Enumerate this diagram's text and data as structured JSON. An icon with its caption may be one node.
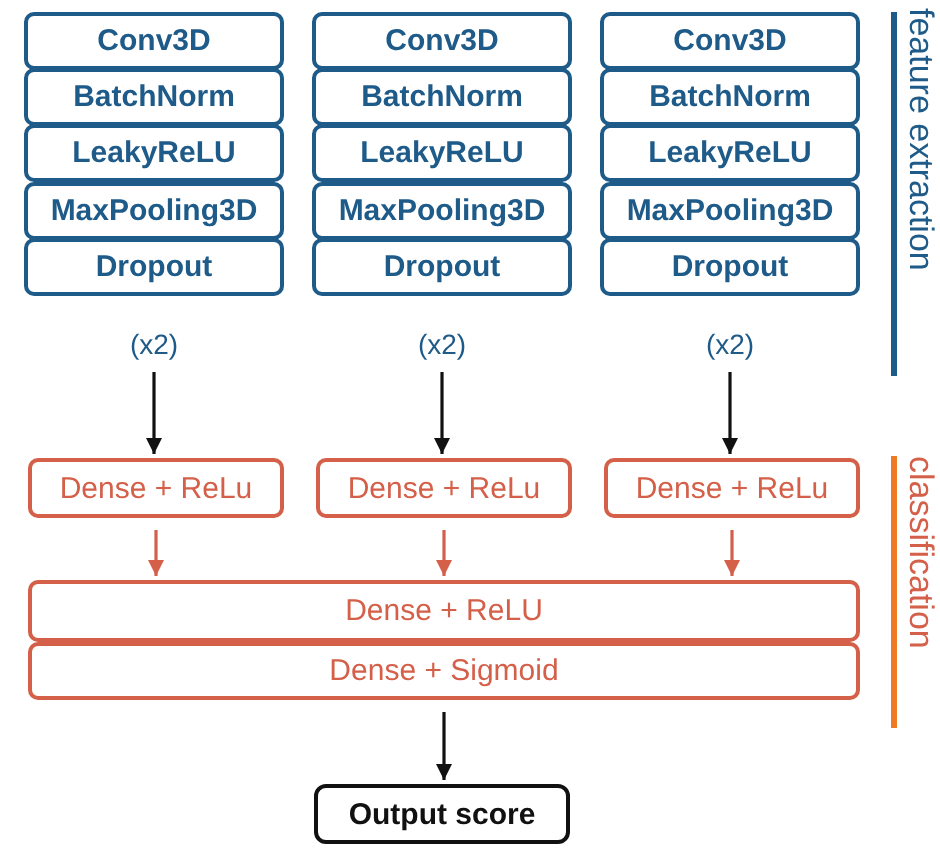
{
  "diagram": {
    "nodes": [
      {
        "text": [
          "Conv3D"
        ]
      },
      {
        "text": [
          "BatchNorm"
        ]
      },
      {
        "text": [
          "LeakyReLU"
        ]
      },
      {
        "text": [
          "MaxPooling3D"
        ]
      },
      {
        "text": [
          "Dropout"
        ]
      },
      {
        "text": [
          "Conv3D"
        ]
      },
      {
        "text": [
          "BatchNorm"
        ]
      },
      {
        "text": [
          "LeakyReLU"
        ]
      },
      {
        "text": [
          "MaxPooling3D"
        ]
      },
      {
        "text": [
          "Dropout"
        ]
      },
      {
        "text": [
          "Conv3D"
        ]
      },
      {
        "text": [
          "BatchNorm"
        ]
      },
      {
        "text": [
          "LeakyReLU"
        ]
      },
      {
        "text": [
          "MaxPooling3D"
        ]
      },
      {
        "text": [
          "Dropout"
        ]
      },
      {
        "text": [
          "(x2)"
        ]
      },
      {
        "text": [
          "(x2)"
        ]
      },
      {
        "text": [
          "(x2)"
        ]
      },
      {
        "text": [
          "Dense + ReLu"
        ]
      },
      {
        "text": [
          "Dense + ReLu"
        ]
      },
      {
        "text": [
          "Dense + ReLu"
        ]
      },
      {
        "text": [
          "Dense + ReLU"
        ]
      },
      {
        "text": [
          "Dense + Sigmoid"
        ]
      },
      {
        "text": [
          "Output score"
        ]
      }
    ],
    "edges": [
      {
        "from": 15,
        "to": 18,
        "arrow": "to"
      },
      {
        "from": 16,
        "to": 19,
        "arrow": "to"
      },
      {
        "from": 17,
        "to": 20,
        "arrow": "to"
      },
      {
        "from": 18,
        "to": 21,
        "arrow": "to",
        "color": "#d4604a"
      },
      {
        "from": 19,
        "to": 21,
        "arrow": "to",
        "color": "#d4604a"
      },
      {
        "from": 20,
        "to": 21,
        "arrow": "to",
        "color": "#d4604a"
      },
      {
        "from": 22,
        "to": 23,
        "arrow": "to"
      }
    ],
    "labels": [
      "feature extraction",
      "classification"
    ]
  }
}
